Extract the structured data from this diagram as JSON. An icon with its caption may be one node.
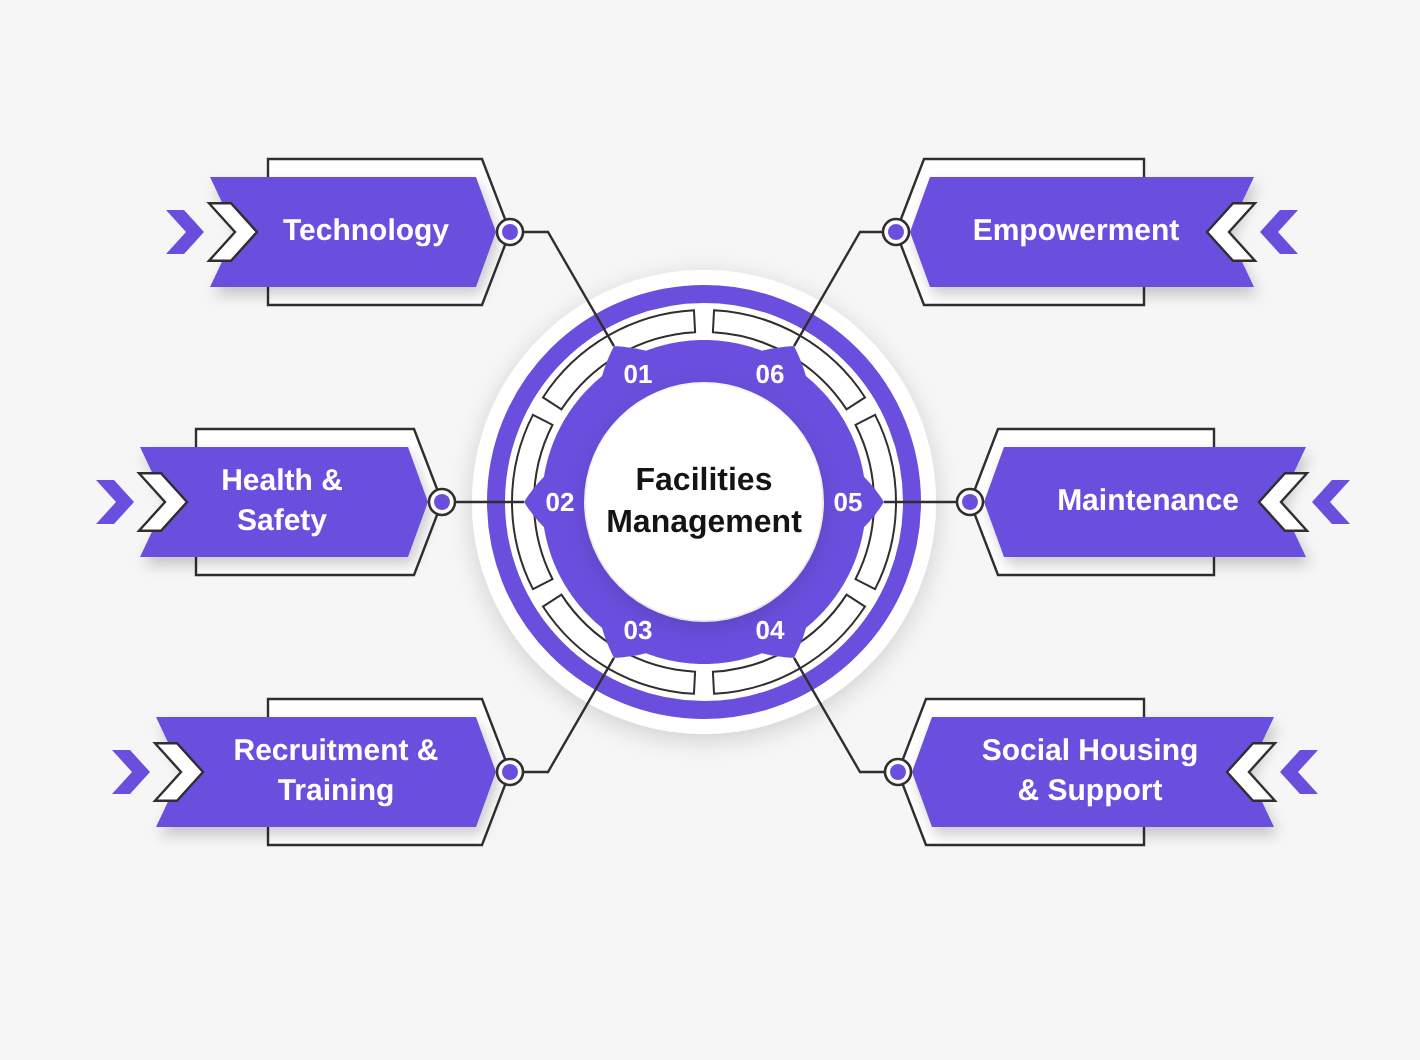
{
  "diagram": {
    "nodes": [
      {
        "text": [
          "Technology"
        ]
      },
      {
        "text": [
          "Empowerment"
        ]
      },
      {
        "text": [
          "Health & Safety"
        ]
      },
      {
        "text": [
          "Facilities Management"
        ]
      },
      {
        "text": [
          "Maintenance"
        ]
      },
      {
        "text": [
          "Recruitment & Training"
        ]
      },
      {
        "text": [
          "Social Housing & Support"
        ]
      }
    ],
    "edges": [
      {
        "from": 3,
        "to": 0,
        "arrow": "other"
      },
      {
        "from": 3,
        "to": 1,
        "arrow": "other"
      },
      {
        "from": 3,
        "to": 2,
        "arrow": "other"
      },
      {
        "from": 3,
        "to": 4,
        "arrow": "other"
      },
      {
        "from": 3,
        "to": 5,
        "arrow": "other"
      },
      {
        "from": 3,
        "to": 6,
        "arrow": "other"
      }
    ],
    "labels": [
      "01",
      "06",
      "02",
      "05",
      "03",
      "04"
    ]
  }
}
